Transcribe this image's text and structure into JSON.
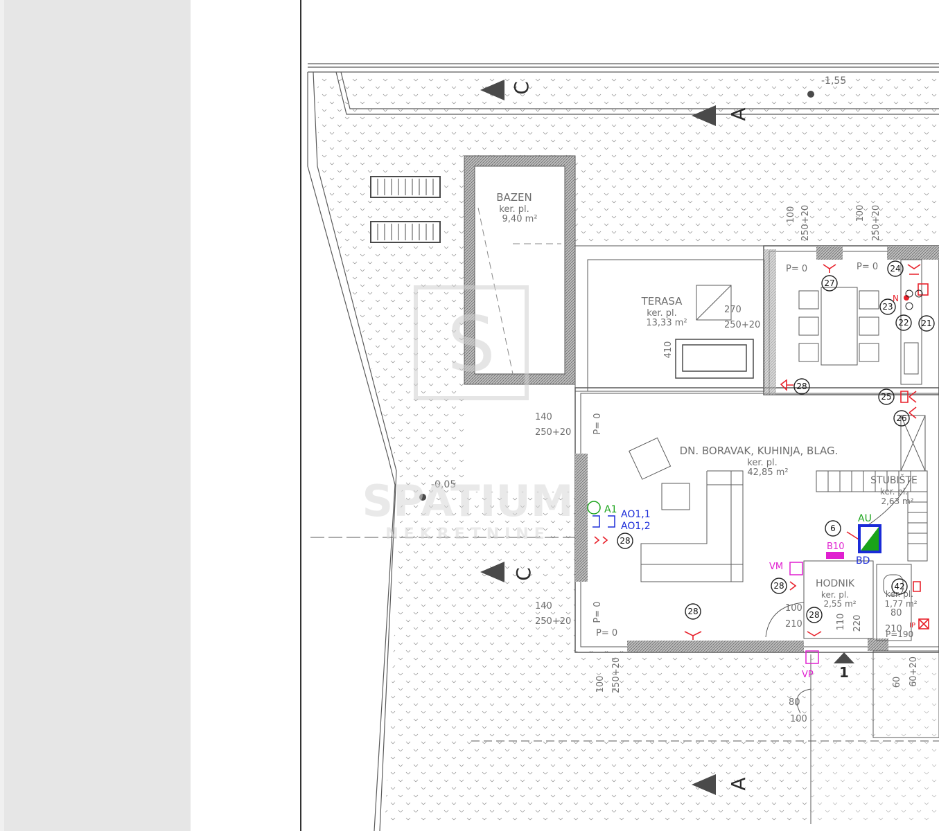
{
  "rooms": {
    "bazen": {
      "name": "BAZEN",
      "subtitle": "ker. pl.",
      "area": "9,40 m²"
    },
    "terasa": {
      "name": "TERASA",
      "subtitle": "ker. pl.",
      "area": "13,33 m²"
    },
    "living": {
      "name": "DN. BORAVAK, KUHINJA, BLAG.",
      "subtitle": "ker. pl.",
      "area": "42,85 m²"
    },
    "stairs": {
      "name": "STUBIŠTE",
      "subtitle": "ker. pl.",
      "area": "2,63 m²"
    },
    "hall": {
      "name": "HODNIK",
      "subtitle": "ker. pl.",
      "area": "2,55 m²"
    },
    "wc": {
      "subtitle": "ker. pl.",
      "area": "1,77 m²"
    }
  },
  "levels": {
    "top": "-1,55",
    "left": "-0,05"
  },
  "section_labels": {
    "a_top": "A",
    "a_bottom": "A",
    "c_top": "C",
    "c_bottom": "C"
  },
  "entrance_label": "1",
  "watermark": {
    "logo_letter": "S",
    "brand": "SPATIUM",
    "sub": "NEKRETNINE"
  },
  "dimensions": {
    "d100a": "100",
    "d250a": "250+20",
    "d100b": "100",
    "d250b": "250+20",
    "d270": "270",
    "d250t": "250+20",
    "d410": "410",
    "d140a": "140",
    "d250c": "250+20",
    "d140b": "140",
    "d250d": "250+20",
    "d100c": "100",
    "d250e": "250+20",
    "d100d": "100",
    "d210a": "210",
    "d110": "110",
    "d220": "220",
    "d80a": "80",
    "d210b": "210",
    "d190": "P=190",
    "d80b": "80",
    "d100e": "100",
    "d60a": "60",
    "d6020": "60+20"
  },
  "parapets": {
    "p1": "P= 0",
    "p2": "P= 0",
    "p3": "P= 0",
    "p4": "P= 0",
    "p5": "P= 0"
  },
  "markers": {
    "m27": "27",
    "m24": "24",
    "m23": "23",
    "m22": "22",
    "m21": "21",
    "m28a": "28",
    "m25": "25",
    "m26": "26",
    "m28b": "28",
    "m6": "6",
    "m28c": "28",
    "m28d": "28",
    "m28e": "28",
    "m42": "42"
  },
  "electrical": {
    "a1": "A1",
    "ao11": "AO1,1",
    "ao12": "AO1,2",
    "au": "AU",
    "bd": "BD",
    "b10": "B10",
    "vm": "VM",
    "vp": "VP",
    "ip": "IP",
    "n": "N"
  },
  "colors": {
    "line": "#5a5a5a",
    "hatch": "#8a8a8a",
    "red": "#e8202a",
    "blue": "#1a2bd8",
    "green": "#1aa31a",
    "magenta": "#e020d0",
    "watermark": "#d8d8d8"
  }
}
